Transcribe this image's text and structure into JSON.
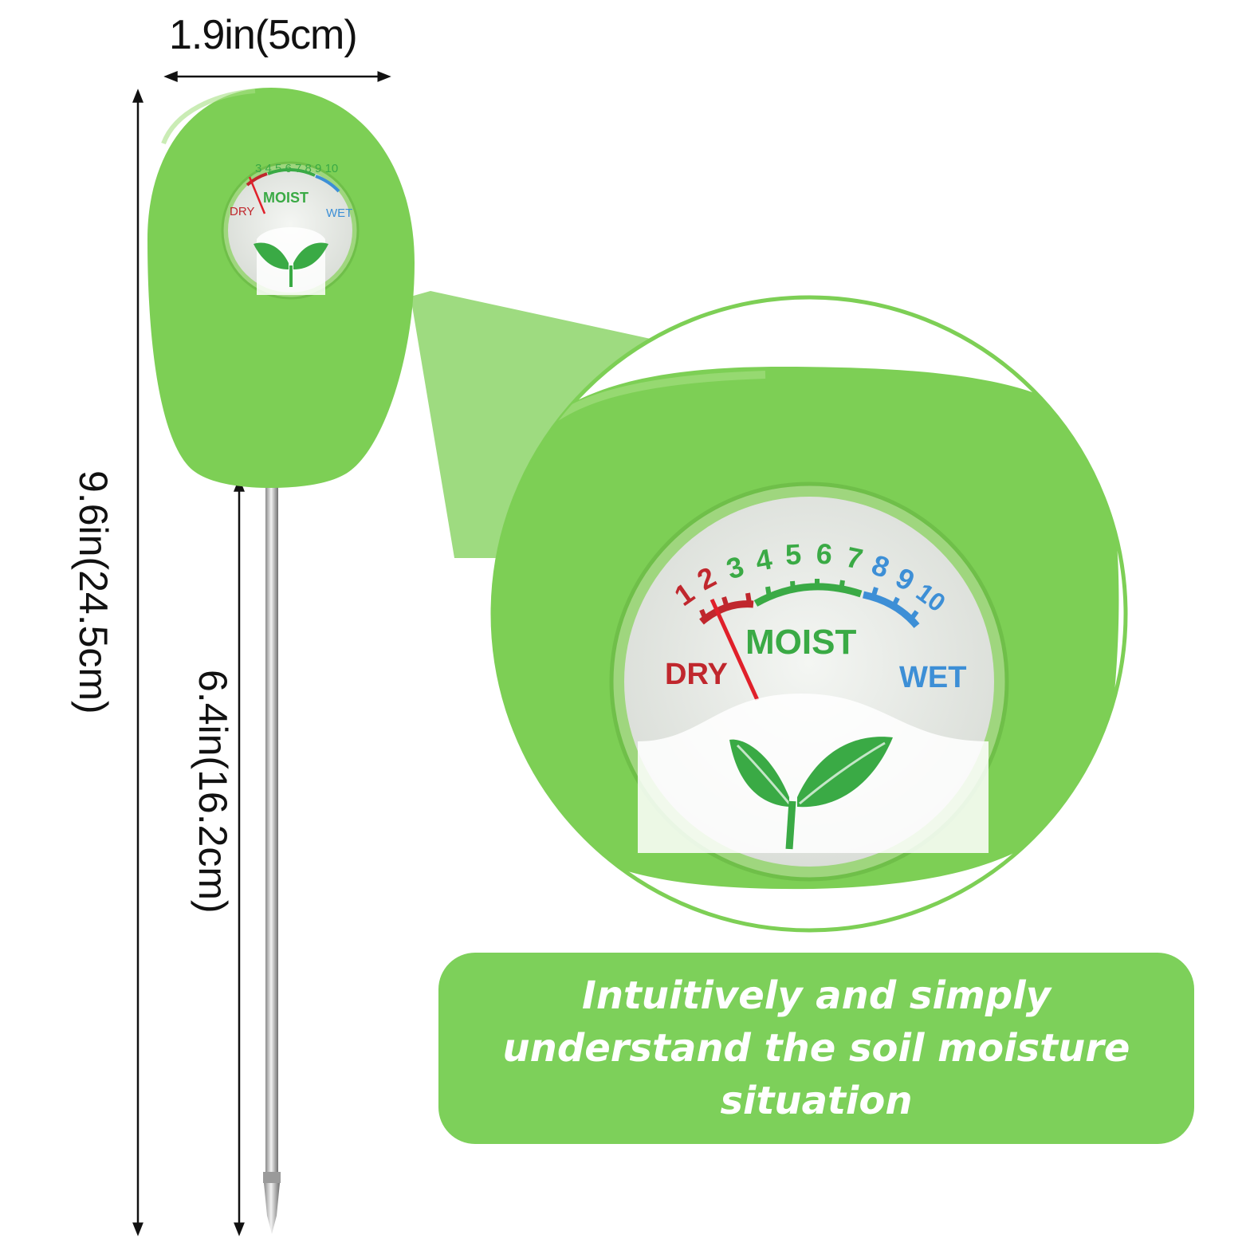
{
  "dimensions": {
    "width_label": "1.9in(5cm)",
    "total_length_label": "9.6in(24.5cm)",
    "probe_length_label": "6.4in(16.2cm)"
  },
  "gauge": {
    "scale_numbers": [
      "1",
      "2",
      "3",
      "4",
      "5",
      "6",
      "7",
      "8",
      "9",
      "10"
    ],
    "dry_label": "DRY",
    "moist_label": "MOIST",
    "wet_label": "WET",
    "needle_reading": 2,
    "leaf_icon": "leaf-icon"
  },
  "caption": {
    "text": "Intuitively and simply understand the soil moisture situation"
  },
  "colors": {
    "body_green": "#7dcf55",
    "dry_red": "#c0272d",
    "moist_green": "#3aaa45",
    "wet_blue": "#3d8fd6",
    "needle": "#e0202a",
    "caption_bg": "#7dd05a"
  }
}
